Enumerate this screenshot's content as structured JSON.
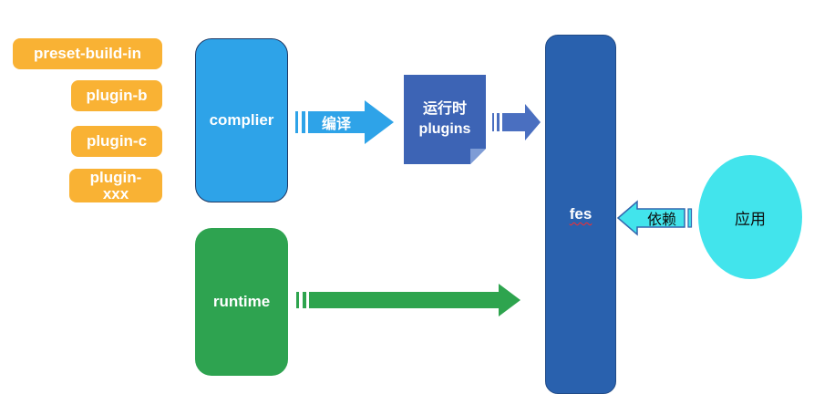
{
  "palette": {
    "plugin_pill_orange": "#F9B234",
    "light_blue": "#2EA3E8",
    "plugins_box_blue": "#3D64B5",
    "small_arrow_blue": "#4A6FC0",
    "fes_blue": "#2961AE",
    "green": "#2EA350",
    "cyan": "#42E4EC",
    "depend_arrow_border": "#3366AE",
    "fes_underline": "#ff2a2a"
  },
  "plugins": [
    {
      "label": "preset-build-in"
    },
    {
      "label": "plugin-b"
    },
    {
      "label": "plugin-c"
    },
    {
      "label": "plugin-xxx"
    }
  ],
  "nodes": {
    "complier": {
      "label": "complier",
      "color": "#2EA3E8"
    },
    "runtime": {
      "label": "runtime",
      "color": "#2EA350"
    },
    "runtime_plugins": {
      "line1": "运行时",
      "line2": "plugins",
      "color": "#3D64B5"
    },
    "fes": {
      "label": "fes",
      "color": "#2961AE"
    },
    "app": {
      "label": "应用",
      "color": "#42E4EC"
    }
  },
  "arrows": {
    "compile": {
      "label": "编译",
      "color": "#2EA3E8",
      "direction": "right",
      "from": "complier",
      "to": "runtime_plugins"
    },
    "plugins_to_fes": {
      "color": "#4A6FC0",
      "direction": "right",
      "from": "runtime_plugins",
      "to": "fes"
    },
    "runtime_to_fes": {
      "color": "#2EA44E",
      "direction": "right",
      "from": "runtime",
      "to": "fes"
    },
    "depend": {
      "label": "依赖",
      "color": "#42E4EC",
      "direction": "left",
      "from": "app",
      "to": "fes"
    }
  }
}
